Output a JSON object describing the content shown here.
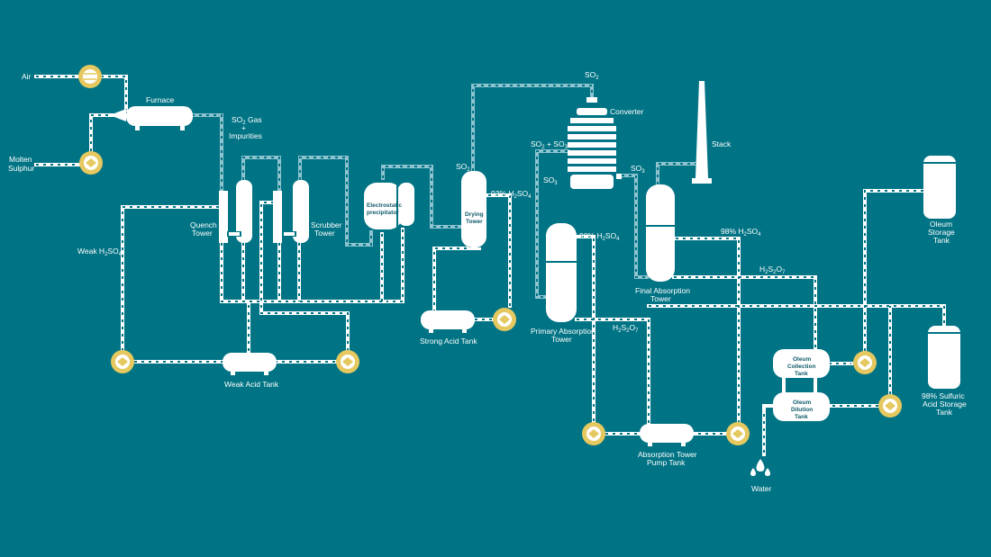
{
  "labels": {
    "air": "Air",
    "molten_sulphur_1": "Molten",
    "molten_sulphur_2": "Sulphur",
    "furnace": "Furnace",
    "so2_gas_1": "SO",
    "so2_gas_sub": "2",
    "so2_gas_2": " Gas",
    "so2_gas_plus": "+",
    "so2_gas_3": "Impurities",
    "quench_1": "Quench",
    "quench_2": "Tower",
    "scrubber_1": "Scrubber",
    "scrubber_2": "Tower",
    "electrostatic_1": "Electrostatic",
    "electrostatic_2": "precipitator",
    "weak_h2so4": "Weak H",
    "weak_h2so4_sub1": "2",
    "weak_h2so4_mid": "SO",
    "weak_h2so4_sub2": "4",
    "weak_acid_tank": "Weak Acid Tank",
    "drying_1": "Drying",
    "drying_2": "Tower",
    "so2_drying": "SO",
    "so2_drying_sub": "2",
    "h2so4_93": "93% H",
    "h2so4_93_sub1": "2",
    "h2so4_93_mid": "SO",
    "h2so4_93_sub2": "4",
    "strong_acid_tank": "Strong Acid Tank",
    "so2_top": "SO",
    "so2_top_sub": "2",
    "converter": "Converter",
    "so2_so3": "SO",
    "so2_so3_sub1": "2",
    "so2_so3_mid": " + SO",
    "so2_so3_sub2": "3",
    "so3_a": "SO",
    "so3_a_sub": "3",
    "so3_b": "SO",
    "so3_b_sub": "3",
    "stack": "Stack",
    "h2so4_98_a": "98% H",
    "h2so4_98_a_sub1": "2",
    "h2so4_98_a_mid": "SO",
    "h2so4_98_a_sub2": "4",
    "h2so4_98_b": "98% H",
    "h2so4_98_b_sub1": "2",
    "h2so4_98_b_mid": "SO",
    "h2so4_98_b_sub2": "4",
    "primary_1": "Primary Absorption",
    "primary_2": "Tower",
    "final_1": "Final Absorption",
    "final_2": "Tower",
    "h2s2o7_a": "H",
    "h2s2o7_a_sub1": "2",
    "h2s2o7_a_mid": "S",
    "h2s2o7_a_sub2": "2",
    "h2s2o7_a_end": "O",
    "h2s2o7_a_sub3": "7",
    "h2s2o7_b": "H",
    "h2s2o7_b_sub1": "2",
    "h2s2o7_b_mid": "S",
    "h2s2o7_b_sub2": "2",
    "h2s2o7_b_end": "O",
    "h2s2o7_b_sub3": "7",
    "oleum_storage_1": "Oleum",
    "oleum_storage_2": "Storage",
    "oleum_storage_3": "Tank",
    "oleum_collection_1": "Oleum",
    "oleum_collection_2": "Collection",
    "oleum_collection_3": "Tank",
    "oleum_dilution_1": "Oleum",
    "oleum_dilution_2": "Dilution",
    "oleum_dilution_3": "Tank",
    "sulfuric_storage_1": "98% Sulfuric",
    "sulfuric_storage_2": "Acid Storage",
    "sulfuric_storage_3": "Tank",
    "absorption_pump_1": "Absorption Tower",
    "absorption_pump_2": "Pump Tank",
    "water": "Water"
  },
  "colors": {
    "background": "#007384",
    "pipe": "#ffffff",
    "gas_pipe": "#8ec3cf",
    "pump": "#e5c85f",
    "equipment": "#ffffff"
  }
}
